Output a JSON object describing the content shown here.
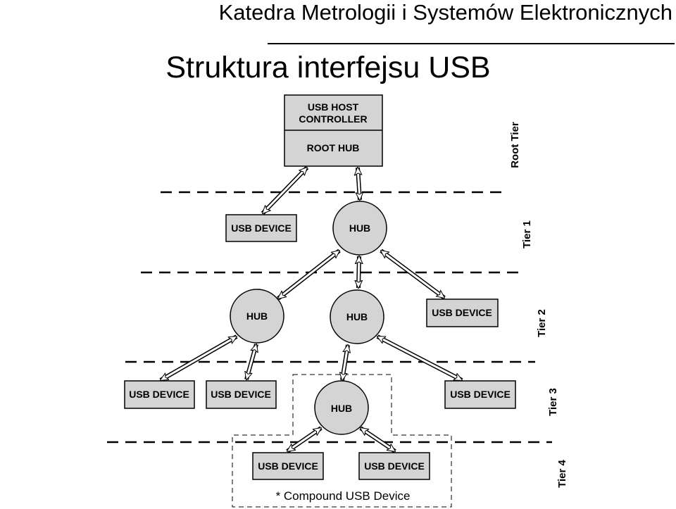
{
  "header": {
    "department": "Katedra Metrologii i Systemów Elektronicznych",
    "title": "Struktura interfejsu USB"
  },
  "host": {
    "controller_line1": "USB HOST",
    "controller_line2": "CONTROLLER",
    "root_hub": "ROOT HUB"
  },
  "nodes": {
    "t1_device": "USB DEVICE",
    "t1_hub": "HUB",
    "t2_hub_left": "HUB",
    "t2_hub_center": "HUB",
    "t2_device": "USB DEVICE",
    "t3_device_1": "USB DEVICE",
    "t3_device_2": "USB DEVICE",
    "t3_hub": "HUB",
    "t3_device_4": "USB DEVICE",
    "t4_device_1": "USB DEVICE",
    "t4_device_2": "USB DEVICE"
  },
  "tiers": {
    "root": "Root Tier",
    "t1": "Tier 1",
    "t2": "Tier 2",
    "t3": "Tier 3",
    "t4": "Tier 4"
  },
  "compound_note": "* Compound USB Device"
}
